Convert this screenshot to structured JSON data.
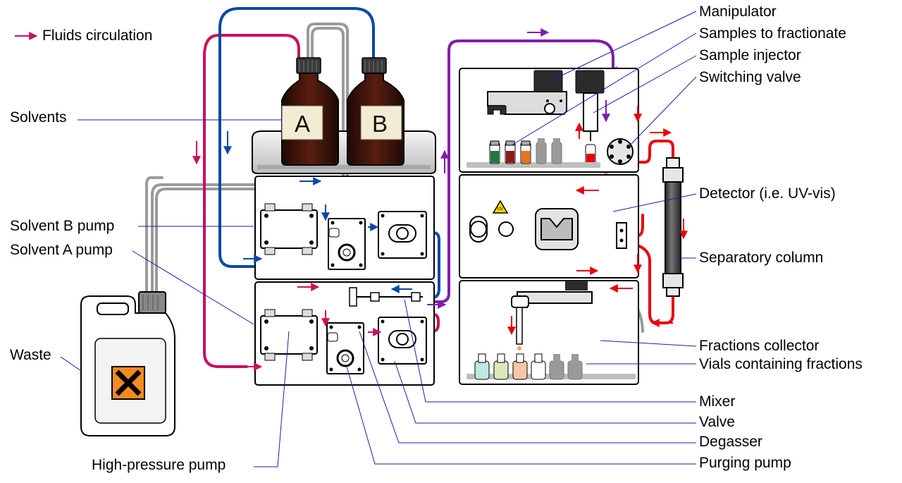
{
  "legend": {
    "text": "Fluids circulation",
    "arrow_color": "#cc0066"
  },
  "bottles": {
    "a_label": "A",
    "b_label": "B"
  },
  "uv_badge": "UV",
  "labels_left": {
    "solvents": "Solvents",
    "pump_b": "Solvent B pump",
    "pump_a": "Solvent A pump",
    "waste": "Waste",
    "high_pressure_pump": "High-pressure pump"
  },
  "labels_right": {
    "manipulator": "Manipulator",
    "samples": "Samples to fractionate",
    "injector": "Sample injector",
    "switching_valve": "Switching valve",
    "detector": "Detector (i.e. UV-vis)",
    "column": "Separatory column",
    "collector": "Fractions collector",
    "vials": "Vials containing fractions",
    "mixer": "Mixer",
    "valve": "Valve",
    "degasser": "Degasser",
    "purging_pump": "Purging pump"
  },
  "colors": {
    "solvent_a": "#cc0f5a",
    "solvent_b": "#0b49a6",
    "mixed": "#7d1fa8",
    "sample": "#e8000b",
    "waste_line": "#9a9a9a",
    "callout": "#1b1bb0",
    "hazard": "#f58a1f"
  }
}
